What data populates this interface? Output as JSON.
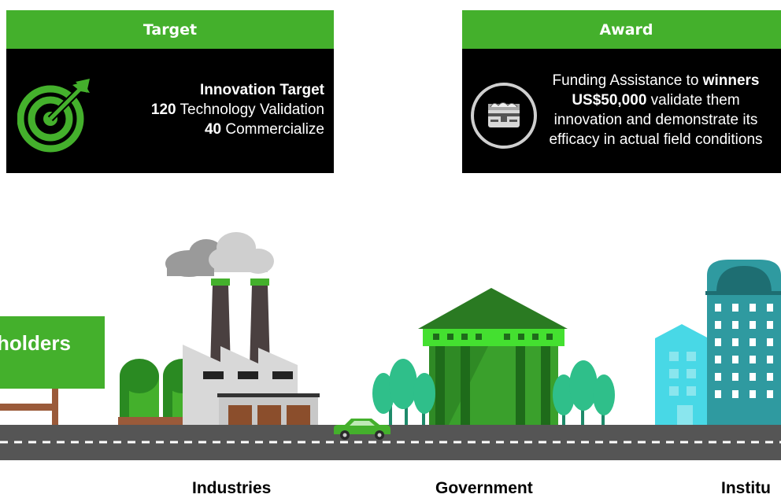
{
  "target_card": {
    "header": "Target",
    "line1": "Innovation Target",
    "line2_num": "120",
    "line2_text": " Technology Validation",
    "line3_num": "40",
    "line3_text": " Commercialize"
  },
  "award_card": {
    "header": "Award",
    "line1_pre": "Funding Assistance to ",
    "line1_bold": "winners",
    "line2_bold": "US$50,000",
    "line2_text": " validate them",
    "line3": "innovation and demonstrate its",
    "line4": "efficacy in actual field conditions"
  },
  "sign": {
    "text": "holders"
  },
  "labels": {
    "industries": "Industries",
    "government": "Government",
    "institutions": "Institu"
  },
  "colors": {
    "brand_green": "#44b02c",
    "dark_green": "#1e6b1a",
    "road": "#555555",
    "teal": "#2f9aa0",
    "cyan": "#48d8e6"
  },
  "icons": [
    "target-icon",
    "treasure-chest-icon",
    "car-icon"
  ]
}
